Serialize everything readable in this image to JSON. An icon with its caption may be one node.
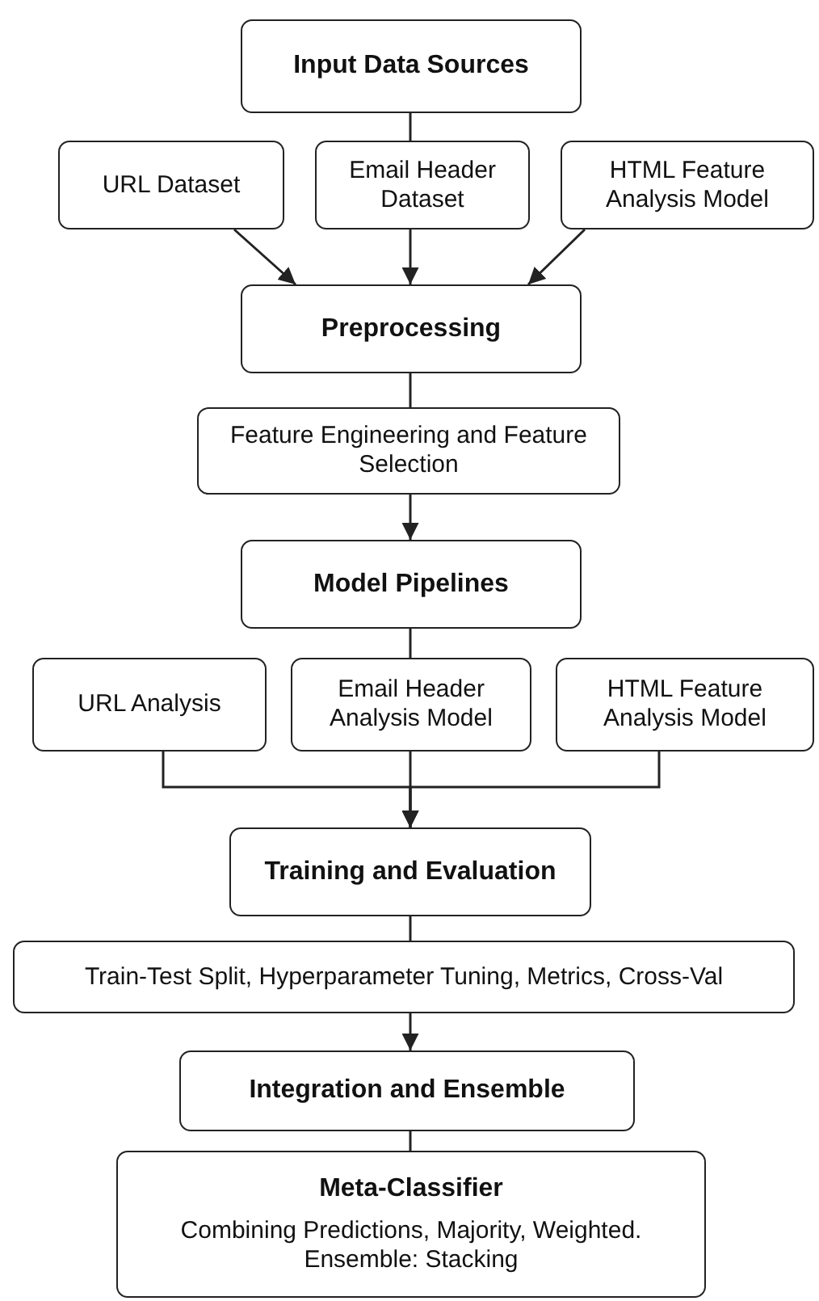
{
  "diagram": {
    "nodes": [
      {
        "text": [
          "Input Data Sources"
        ]
      },
      {
        "text": [
          "URL Dataset"
        ]
      },
      {
        "text": [
          "Email Header Dataset"
        ]
      },
      {
        "text": [
          "HTML Feature Analysis Model"
        ]
      },
      {
        "text": [
          "Preprocessing"
        ]
      },
      {
        "text": [
          "Feature Engineering and Feature Selection"
        ]
      },
      {
        "text": [
          "Model Pipelines"
        ]
      },
      {
        "text": [
          "URL Analysis"
        ]
      },
      {
        "text": [
          "Email Header Analysis Model"
        ]
      },
      {
        "text": [
          "HTML Feature Analysis Model"
        ]
      },
      {
        "text": [
          "Training and Evaluation"
        ]
      },
      {
        "text": [
          "Train-Test Split, Hyperparameter Tuning, Metrics, Cross-Val"
        ]
      },
      {
        "text": [
          "Integration and Ensemble"
        ]
      },
      {
        "text": [
          "Meta-Classifier",
          "Combining Predictions, Majority, Weighted. Ensemble: Stacking"
        ]
      }
    ],
    "edges": [
      {
        "from": 0,
        "to": 2,
        "arrow": "none"
      },
      {
        "from": 1,
        "to": 4,
        "arrow": "to"
      },
      {
        "from": 2,
        "to": 4,
        "arrow": "to"
      },
      {
        "from": 3,
        "to": 4,
        "arrow": "to"
      },
      {
        "from": 4,
        "to": 5,
        "arrow": "none"
      },
      {
        "from": 5,
        "to": 6,
        "arrow": "to"
      },
      {
        "from": 6,
        "to": 8,
        "arrow": "none"
      },
      {
        "from": 7,
        "to": 10,
        "arrow": "to"
      },
      {
        "from": 8,
        "to": 10,
        "arrow": "to"
      },
      {
        "from": 9,
        "to": 10,
        "arrow": "to"
      },
      {
        "from": 10,
        "to": 11,
        "arrow": "none"
      },
      {
        "from": 11,
        "to": 12,
        "arrow": "to"
      },
      {
        "from": 12,
        "to": 13,
        "arrow": "none"
      }
    ]
  }
}
